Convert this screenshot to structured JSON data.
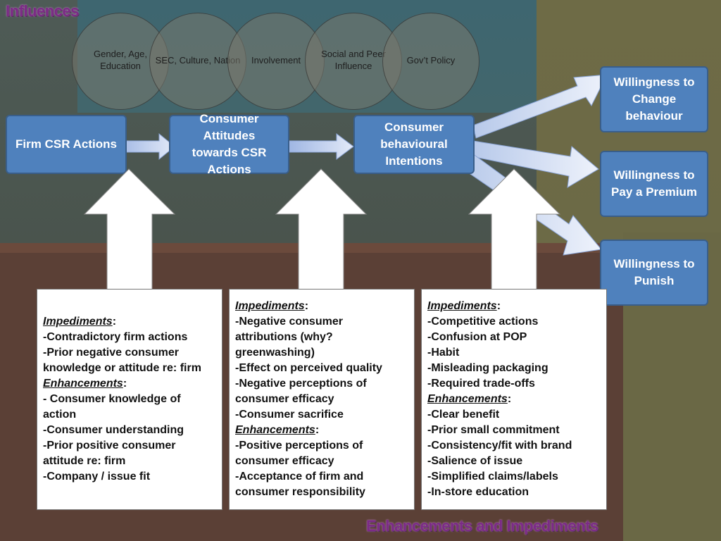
{
  "headings": {
    "influences": "Influences",
    "enhancements_impediments": "Enhancements and Impediments"
  },
  "influences": [
    {
      "label": "Gender, Age, Education"
    },
    {
      "label": "SEC, Culture, Nation"
    },
    {
      "label": "Involvement"
    },
    {
      "label": "Social and Peer Influence"
    },
    {
      "label": "Gov’t Policy"
    }
  ],
  "process": {
    "firm_csr": "Firm CSR Actions",
    "attitudes": "Consumer Attitudes towards CSR Actions",
    "intentions": "Consumer behavioural Intentions"
  },
  "outcomes": {
    "change": "Willingness to Change behaviour",
    "premium": "Willingness to Pay a Premium",
    "punish": "Willingness to Punish"
  },
  "panels": {
    "firm": {
      "impediments_heading": "Impediments",
      "impediments": [
        "-Contradictory firm actions",
        "-Prior negative consumer",
        "knowledge or attitude re: firm"
      ],
      "enhancements_heading": "Enhancements",
      "enhancements": [
        "- Consumer knowledge of",
        "action",
        "-Consumer understanding",
        "-Prior positive consumer",
        "attitude re: firm",
        "-Company / issue fit"
      ]
    },
    "attitudes": {
      "impediments_heading": "Impediments",
      "impediments": [
        "-Negative consumer",
        "attributions (why?",
        "greenwashing)",
        "-Effect on perceived quality",
        "-Negative perceptions of",
        "consumer efficacy",
        "-Consumer sacrifice"
      ],
      "enhancements_heading": "Enhancements",
      "enhancements": [
        "-Positive perceptions of",
        "consumer efficacy",
        "-Acceptance of firm and",
        "consumer responsibility"
      ]
    },
    "intentions": {
      "impediments_heading": "Impediments",
      "impediments": [
        "-Competitive actions",
        "-Confusion at POP",
        "-Habit",
        "-Misleading packaging",
        "-Required trade-offs"
      ],
      "enhancements_heading": "Enhancements",
      "enhancements": [
        "-Clear benefit",
        "-Prior small commitment",
        "-Consistency/fit with brand",
        "-Salience of issue",
        "-Simplified claims/labels",
        "-In-store education"
      ]
    }
  },
  "colors": {
    "box_fill": "#4f81bd",
    "box_border": "#395e8a",
    "heading_purple": "#7c2b86",
    "arrow_light": "#dbe5f6",
    "arrow_mid": "#b7c9ea"
  }
}
